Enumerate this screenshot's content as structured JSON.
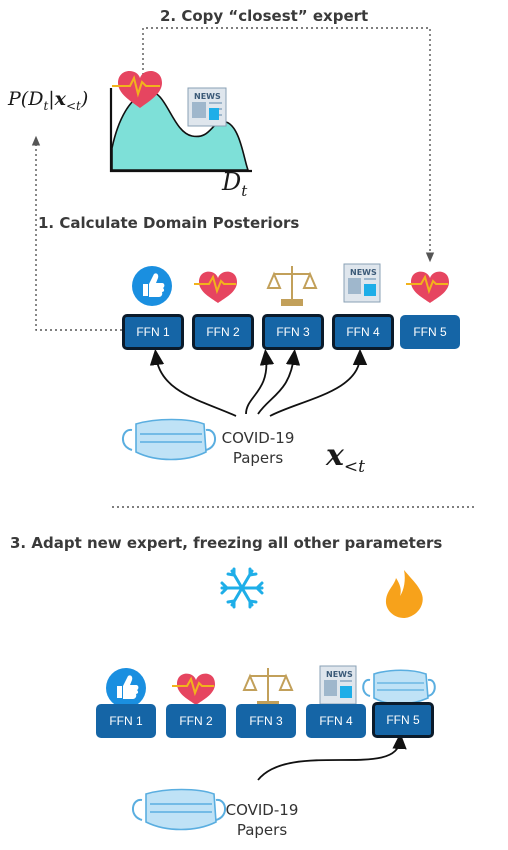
{
  "top": {
    "copy_label": "2. Copy “closest” expert",
    "posterior_y_label": "P(D_t | x_<t)",
    "posterior_x_label": "D_t",
    "calc_label": "1. Calculate Domain Posteriors"
  },
  "experts_top": [
    "FFN 1",
    "FFN 2",
    "FFN 3",
    "FFN 4",
    "FFN 5"
  ],
  "experts_bottom": [
    "FFN 1",
    "FFN 2",
    "FFN 3",
    "FFN 4",
    "FFN 5"
  ],
  "icons": [
    "thumbs-up-icon",
    "heart-icon",
    "scales-icon",
    "news-icon",
    "heart-icon",
    "snowflake-icon",
    "fire-icon",
    "mask-icon"
  ],
  "news_text": "NEWS",
  "input_label": {
    "line1": "COVID-19",
    "line2": "Papers"
  },
  "input_var": "x",
  "input_var_sub": "<t",
  "adapt_label": "3. Adapt new expert, freezing all other parameters",
  "bottom_input_label": {
    "line1": "COVID-19",
    "line2": "Papers"
  },
  "colors": {
    "panel": "#d7e9f5",
    "ffn": "#1565a6",
    "heart": "#e64560",
    "teal": "#7ee0d8",
    "scales": "#c2a05a",
    "flame": "#f7a21b",
    "snow": "#1eaee8"
  }
}
